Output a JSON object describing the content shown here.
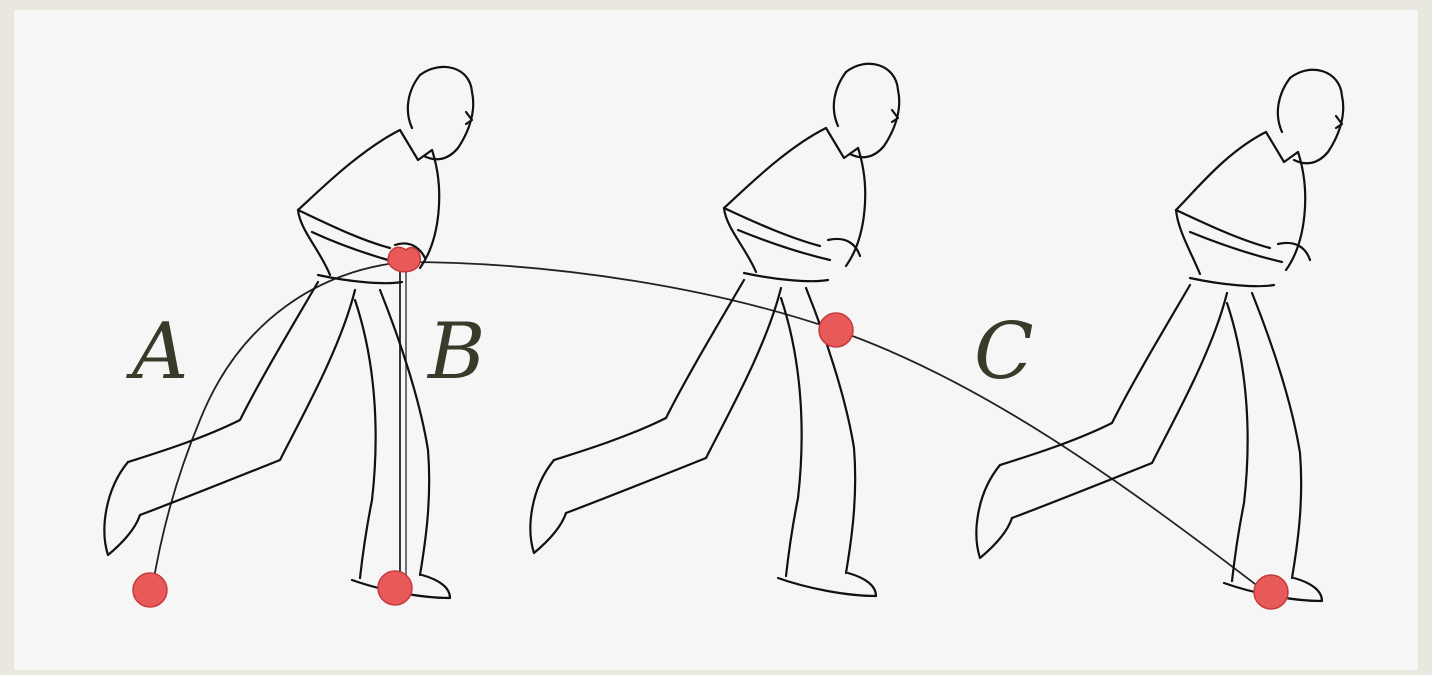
{
  "labels": {
    "a": "A",
    "b": "B",
    "c": "C"
  },
  "colors": {
    "ball": "#e85a5a",
    "background": "#f6f6f6",
    "frame": "#e9e7de",
    "label": "#3a3a2a"
  },
  "figures": [
    "runner-1",
    "runner-2",
    "runner-3"
  ]
}
